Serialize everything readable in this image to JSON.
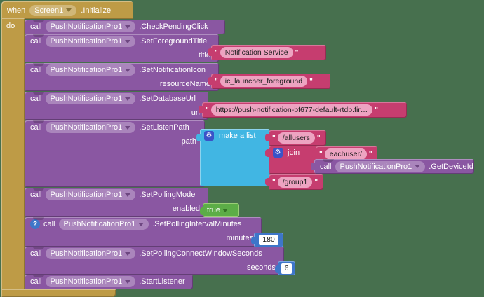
{
  "ui": {
    "quote": "\""
  },
  "icons": {
    "gear": "⚙",
    "question": "?"
  },
  "colors": {
    "workspace_bg": "#47704E",
    "event_gold": "#BE9B46",
    "component_purple": "#8A57A2",
    "text_crimson": "#C63D6F",
    "text_field_pink": "#EDA3C1",
    "list_cyan": "#41B6E3",
    "logic_green": "#5CAD47",
    "math_blue": "#3E76C9",
    "gear_blue": "#3A53C8"
  },
  "event": {
    "when": "when",
    "component": "Screen1",
    "event": ".Initialize",
    "do_label": "do"
  },
  "calls": {
    "check": {
      "call": "call",
      "component": "PushNotificationPro1",
      "method": ".CheckPendingClick"
    },
    "title": {
      "call": "call",
      "component": "PushNotificationPro1",
      "method": ".SetForegroundTitle",
      "param": "title",
      "value": "Notification Service"
    },
    "icon": {
      "call": "call",
      "component": "PushNotificationPro1",
      "method": ".SetNotificationIcon",
      "param": "resourceName",
      "value": "ic_launcher_foreground"
    },
    "url": {
      "call": "call",
      "component": "PushNotificationPro1",
      "method": ".SetDatabaseUrl",
      "param": "url",
      "value": "https://push-notification-bf677-default-rtdb.fir…"
    },
    "path": {
      "call": "call",
      "component": "PushNotificationPro1",
      "method": ".SetListenPath",
      "param": "path"
    },
    "polling_mode": {
      "call": "call",
      "component": "PushNotificationPro1",
      "method": ".SetPollingMode",
      "param": "enabled",
      "value": "true"
    },
    "interval": {
      "call": "call",
      "component": "PushNotificationPro1",
      "method": ".SetPollingIntervalMinutes",
      "param": "minutes",
      "value": "180"
    },
    "window": {
      "call": "call",
      "component": "PushNotificationPro1",
      "method": ".SetPollingConnectWindowSeconds",
      "param": "seconds",
      "value": "6"
    },
    "device_id": {
      "call": "call",
      "component": "PushNotificationPro1",
      "method": ".GetDeviceId"
    },
    "start": {
      "call": "call",
      "component": "PushNotificationPro1",
      "method": ".StartListener"
    }
  },
  "list_block": {
    "label": "make a list",
    "items": [
      "/allusers",
      "/group1"
    ]
  },
  "join_block": {
    "label": "join",
    "value": "eachuser/"
  }
}
